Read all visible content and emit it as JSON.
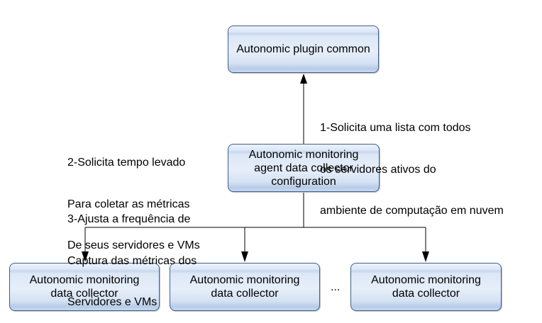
{
  "nodes": {
    "plugin_common": {
      "lines": [
        "Autonomic plugin common"
      ]
    },
    "agent_config": {
      "lines": [
        "Autonomic monitoring",
        "agent data collector",
        "configuration"
      ]
    },
    "collector_1": {
      "lines": [
        "Autonomic monitoring",
        "data collector"
      ]
    },
    "collector_2": {
      "lines": [
        "Autonomic monitoring",
        "data collector"
      ]
    },
    "collector_3": {
      "lines": [
        "Autonomic monitoring",
        "data collector"
      ]
    }
  },
  "annotations": {
    "step1": [
      "1-Solicita uma lista com todos",
      "os servidores ativos do",
      "ambiente de computação em nuvem"
    ],
    "step2": [
      "2-Solicita tempo levado",
      "Para coletar as métricas",
      "De seus servidores e VMs"
    ],
    "step3": [
      "3-Ajusta a frequência de",
      "Captura das métricas dos",
      "Servidores e VMs"
    ]
  },
  "ellipsis": "...",
  "colors": {
    "box_border": "#3e5f8a",
    "box_fill": "#dde8f6",
    "line": "#000000"
  }
}
